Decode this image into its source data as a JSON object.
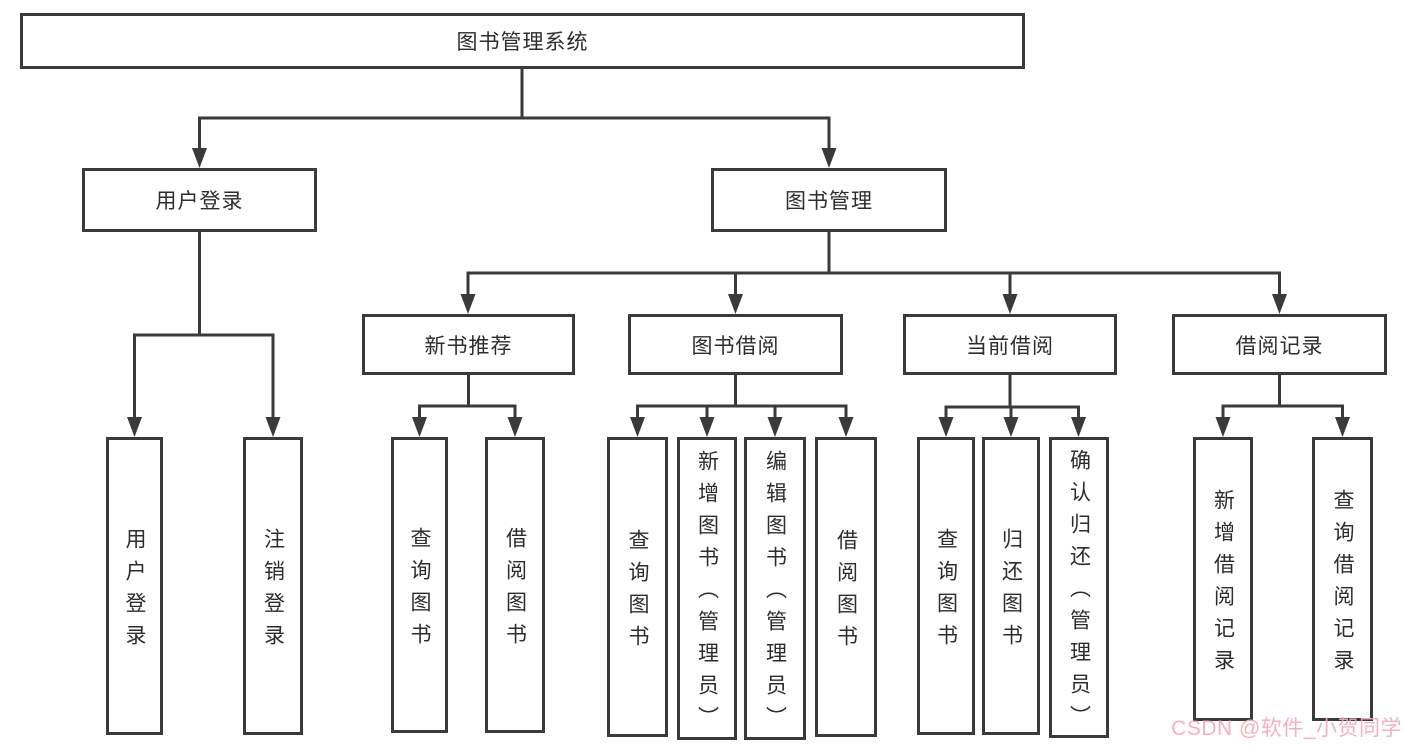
{
  "diagram_title": "图书管理系统",
  "nodes": {
    "root": {
      "label": "图书管理系统"
    },
    "user_login": {
      "label": "用户登录"
    },
    "book_mgmt": {
      "label": "图书管理"
    },
    "new_book_rec": {
      "label": "新书推荐"
    },
    "book_borrow": {
      "label": "图书借阅"
    },
    "current_borrow": {
      "label": "当前借阅"
    },
    "borrow_records": {
      "label": "借阅记录"
    },
    "login": {
      "label": "用户登录"
    },
    "logout": {
      "label": "注销登录"
    },
    "rec_query_book": {
      "label": "查询图书"
    },
    "rec_borrow_book": {
      "label": "借阅图书"
    },
    "bb_query_book": {
      "label": "查询图书"
    },
    "bb_add_book": {
      "label": "新增图书（管理员）"
    },
    "bb_edit_book": {
      "label": "编辑图书（管理员）"
    },
    "bb_borrow_book": {
      "label": "借阅图书"
    },
    "cb_query_book": {
      "label": "查询图书"
    },
    "cb_return_book": {
      "label": "归还图书"
    },
    "cb_confirm_return": {
      "label": "确认归还（管理员）"
    },
    "br_add_record": {
      "label": "新增借阅记录"
    },
    "br_query_record": {
      "label": "查询借阅记录"
    }
  },
  "watermark": {
    "text": "CSDN @软件_小贺同学"
  },
  "colors": {
    "line": "#3a3a3a",
    "text": "#2d2d2d",
    "background": "#ffffff",
    "watermark": "#f2aeba"
  }
}
